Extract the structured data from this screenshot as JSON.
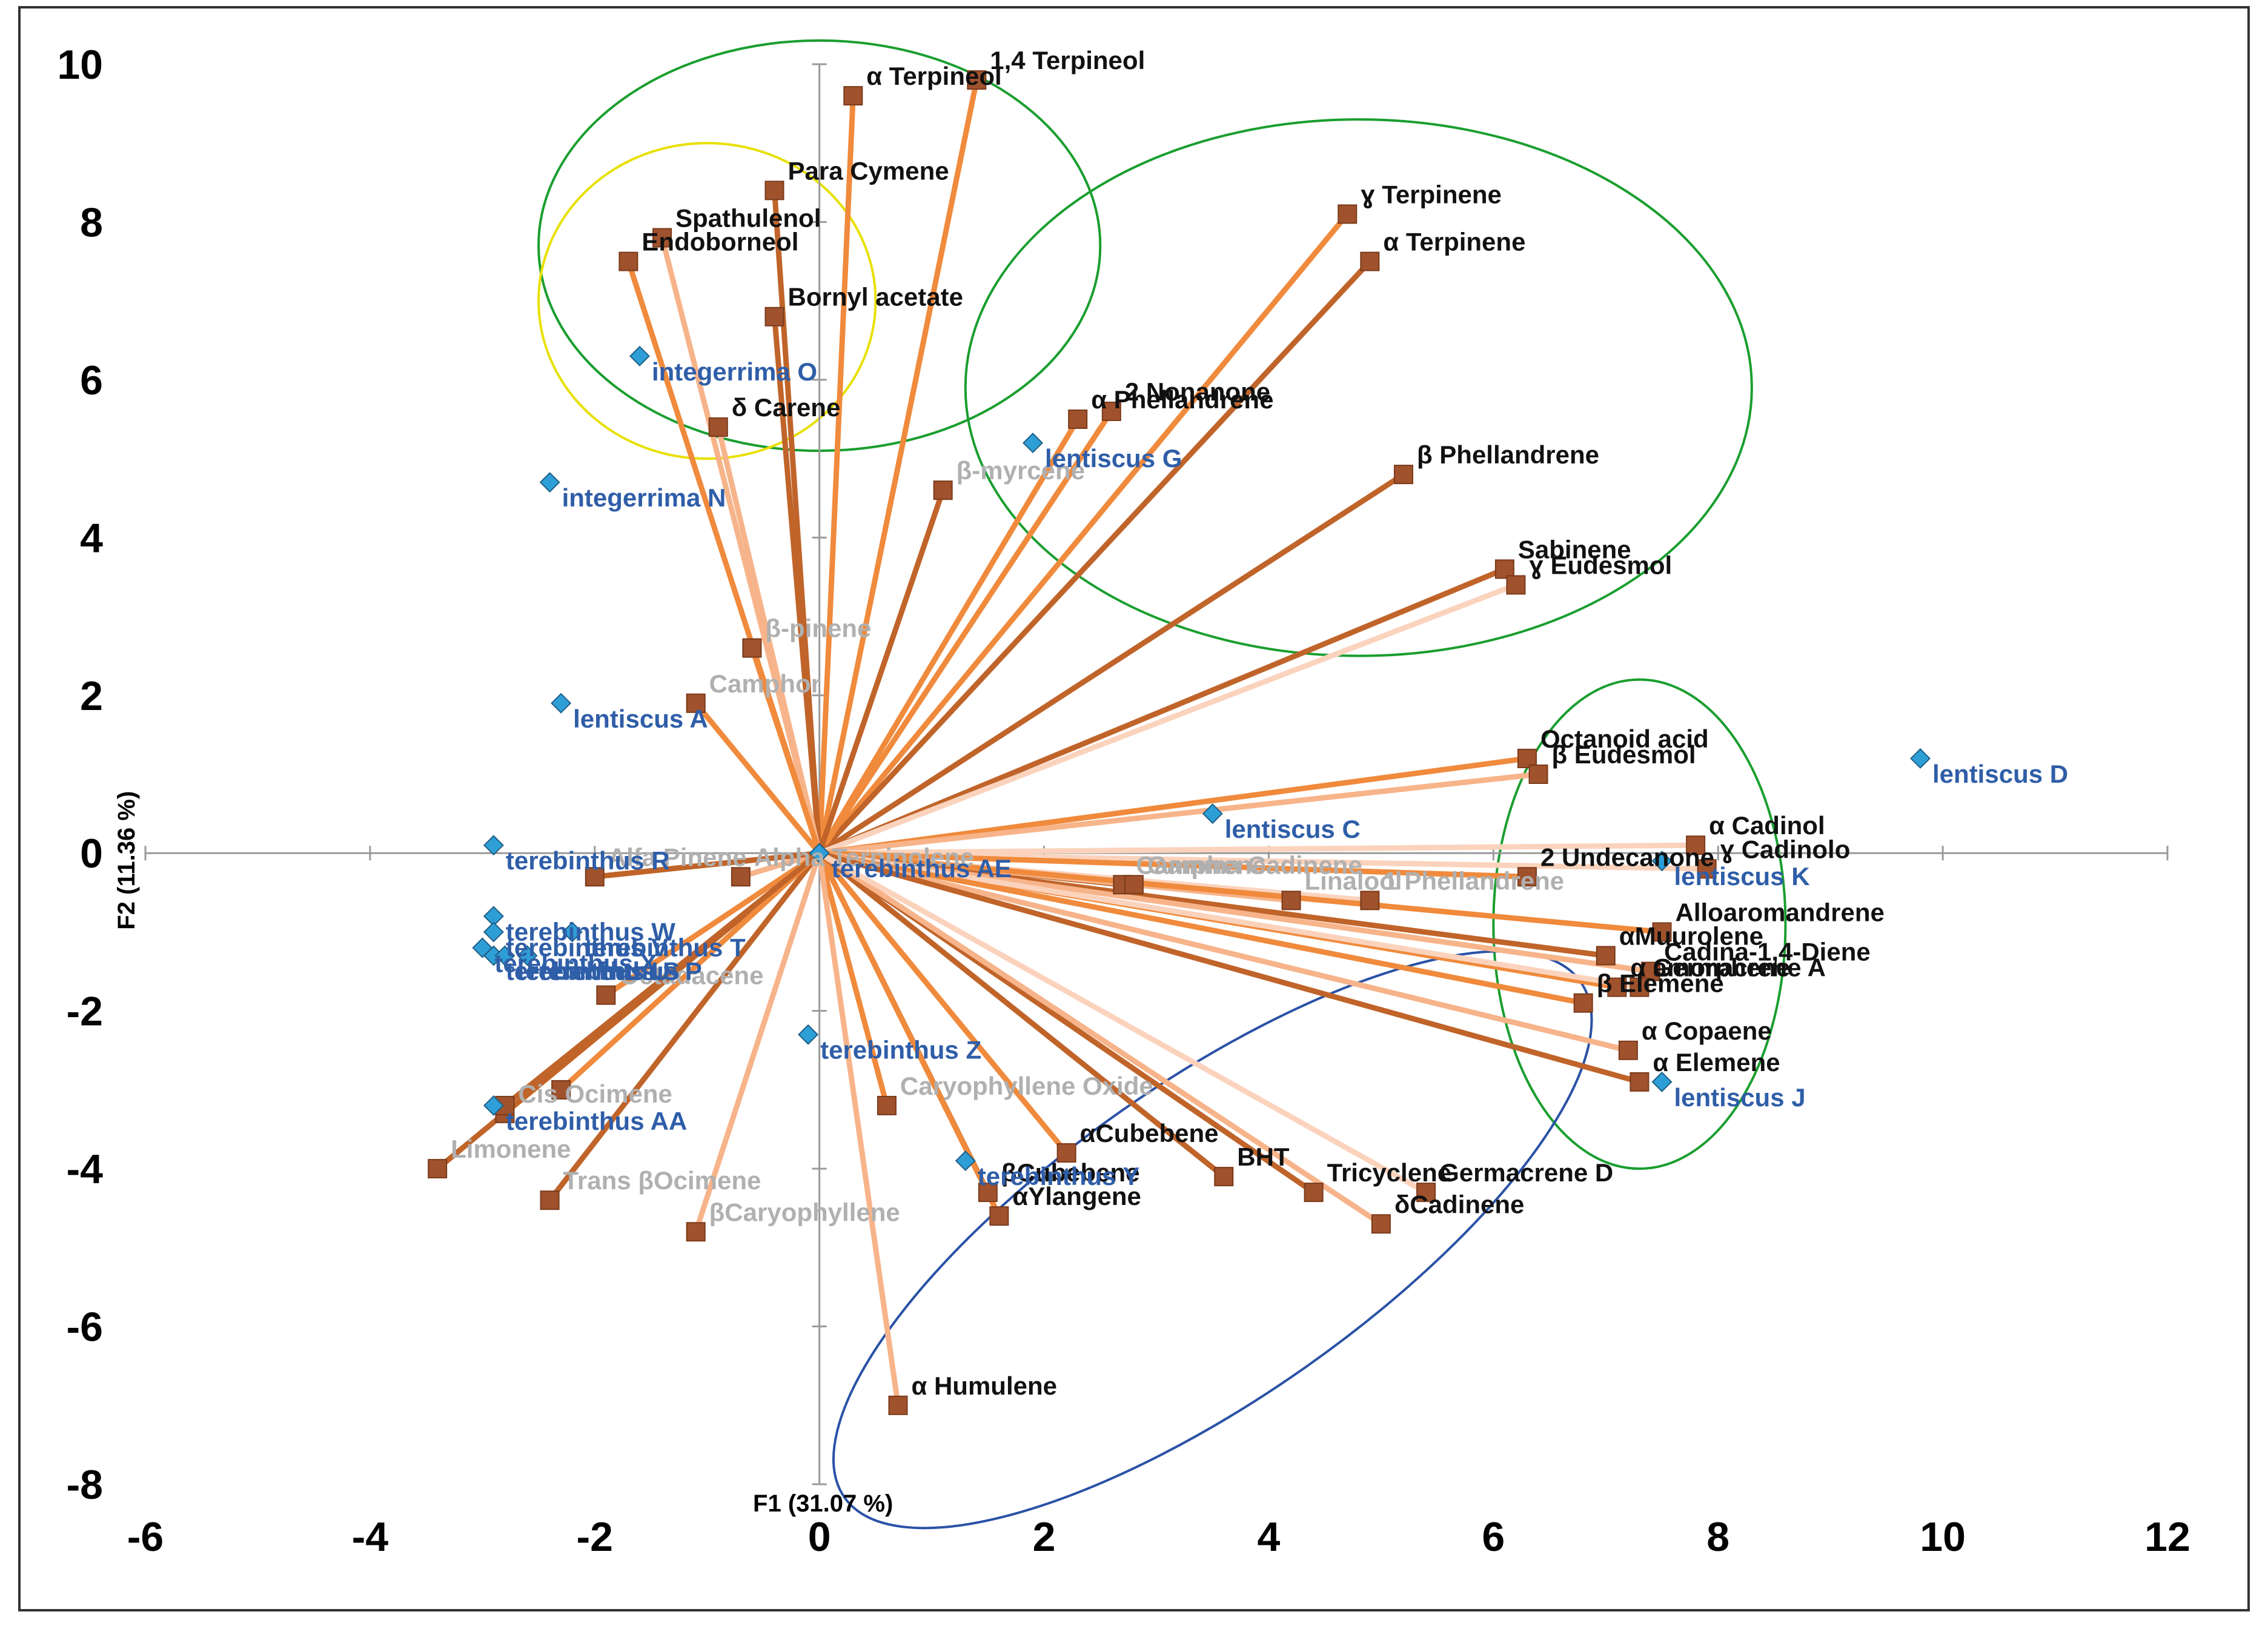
{
  "chart_data": {
    "type": "scatter",
    "subtype": "biplot",
    "xlabel": "F1 (31.07 %)",
    "ylabel": "F2 (11.36 %)",
    "xlim": [
      -6,
      12
    ],
    "ylim": [
      -8,
      10
    ],
    "x_ticks": [
      "-6",
      "-4",
      "-2",
      "0",
      "2",
      "4",
      "6",
      "8",
      "10",
      "12"
    ],
    "y_ticks": [
      "10",
      "8",
      "6",
      "4",
      "2",
      "0",
      "-2",
      "-4",
      "-6",
      "-8"
    ],
    "colors": {
      "variable_marker": "#a0522d",
      "observation_marker": "#2e9fd6",
      "observation_label": "#2f5ea8",
      "variable_label": "#111111",
      "faint_label": "#b0b0b0",
      "vector_palette": [
        "#f08a3c",
        "#c0642a",
        "#f7b48a",
        "#fbd3bd"
      ],
      "ellipse_green": "#1a9e2f",
      "ellipse_yellow": "#e8e000",
      "ellipse_blue": "#2a52a6"
    },
    "variables": [
      {
        "name": "1,4 Terpineol",
        "x": 1.4,
        "y": 9.8,
        "shade": 0
      },
      {
        "name": "α Terpineol",
        "x": 0.3,
        "y": 9.6,
        "shade": 0
      },
      {
        "name": "Para Cymene",
        "x": -0.4,
        "y": 8.4,
        "shade": 1
      },
      {
        "name": "Spathulenol",
        "x": -1.4,
        "y": 7.8,
        "shade": 2
      },
      {
        "name": "Endoborneol",
        "x": -1.7,
        "y": 7.5,
        "shade": 0
      },
      {
        "name": "Bornyl acetate",
        "x": -0.4,
        "y": 6.8,
        "shade": 1
      },
      {
        "name": "δ Carene",
        "x": -0.9,
        "y": 5.4,
        "shade": 2
      },
      {
        "name": "ɣ Terpinene",
        "x": 4.7,
        "y": 8.1,
        "shade": 0
      },
      {
        "name": "α Terpinene",
        "x": 4.9,
        "y": 7.5,
        "shade": 1
      },
      {
        "name": "α Phellandrene",
        "x": 2.3,
        "y": 5.5,
        "shade": 0
      },
      {
        "name": "2 Nonanone",
        "x": 2.6,
        "y": 5.6,
        "shade": 0
      },
      {
        "name": "β Phellandrene",
        "x": 5.2,
        "y": 4.8,
        "shade": 1
      },
      {
        "name": "β-myrcene",
        "x": 1.1,
        "y": 4.6,
        "shade": 1,
        "faint": true
      },
      {
        "name": "Sabinene",
        "x": 6.1,
        "y": 3.6,
        "shade": 1
      },
      {
        "name": "ɣ Eudesmol",
        "x": 6.2,
        "y": 3.4,
        "shade": 3
      },
      {
        "name": "β-pinene",
        "x": -0.6,
        "y": 2.6,
        "shade": 0,
        "faint": true
      },
      {
        "name": "Camphor",
        "x": -1.1,
        "y": 1.9,
        "shade": 0,
        "faint": true
      },
      {
        "name": "Octanoid acid",
        "x": 6.3,
        "y": 1.2,
        "shade": 0
      },
      {
        "name": "β Eudesmol",
        "x": 6.4,
        "y": 1.0,
        "shade": 2
      },
      {
        "name": "α Cadinol",
        "x": 7.8,
        "y": 0.1,
        "shade": 3
      },
      {
        "name": "ɣ Cadinolo",
        "x": 7.9,
        "y": -0.2,
        "shade": 3
      },
      {
        "name": "Camphene",
        "x": 2.7,
        "y": -0.4,
        "shade": 1,
        "faint": true
      },
      {
        "name": "Gamma Cadinene",
        "x": 2.8,
        "y": -0.4,
        "shade": 2,
        "faint": true
      },
      {
        "name": "1 Phellandrene",
        "x": 4.9,
        "y": -0.6,
        "shade": 3,
        "faint": true
      },
      {
        "name": "Linalool",
        "x": 4.2,
        "y": -0.6,
        "shade": 2,
        "faint": true
      },
      {
        "name": "2 Undecanone",
        "x": 6.3,
        "y": -0.3,
        "shade": 0
      },
      {
        "name": "Alloaromandrene",
        "x": 7.5,
        "y": -1.0,
        "shade": 0
      },
      {
        "name": "αMuurolene",
        "x": 7.0,
        "y": -1.3,
        "shade": 1
      },
      {
        "name": "Cadina-1,4-Diene",
        "x": 7.4,
        "y": -1.5,
        "shade": 2
      },
      {
        "name": "α amorphene",
        "x": 7.1,
        "y": -1.7,
        "shade": 0
      },
      {
        "name": "Germacrene A",
        "x": 7.3,
        "y": -1.7,
        "shade": 3
      },
      {
        "name": "β Elemene",
        "x": 6.8,
        "y": -1.9,
        "shade": 0
      },
      {
        "name": "α Copaene",
        "x": 7.2,
        "y": -2.5,
        "shade": 2
      },
      {
        "name": "α Elemene",
        "x": 7.3,
        "y": -2.9,
        "shade": 1
      },
      {
        "name": "Alpha Terpinolene",
        "x": -0.7,
        "y": -0.3,
        "shade": 2,
        "faint": true
      },
      {
        "name": "Octadacene",
        "x": -1.9,
        "y": -1.8,
        "shade": 0,
        "faint": true
      },
      {
        "name": "Alfa Pinene",
        "x": -2.0,
        "y": -0.3,
        "shade": 1,
        "faint": true
      },
      {
        "name": "Cis Ocimene",
        "x": -2.8,
        "y": -3.3,
        "shade": 0,
        "faint": true
      },
      {
        "name": "Limonene",
        "x": -3.4,
        "y": -4.0,
        "shade": 1,
        "faint": true
      },
      {
        "name": "Trans βOcimene",
        "x": -2.4,
        "y": -4.4,
        "shade": 1,
        "faint": true
      },
      {
        "name": "βCaryophyllene",
        "x": -1.1,
        "y": -4.8,
        "shade": 2,
        "faint": true
      },
      {
        "name": "Caryophyllene Oxide",
        "x": 0.6,
        "y": -3.2,
        "shade": 0,
        "faint": true
      },
      {
        "name": "αCubebene",
        "x": 2.2,
        "y": -3.8,
        "shade": 0
      },
      {
        "name": "βCubebene",
        "x": 1.5,
        "y": -4.3,
        "shade": 1
      },
      {
        "name": "αYlangene",
        "x": 1.6,
        "y": -4.6,
        "shade": 0
      },
      {
        "name": "BHT",
        "x": 3.6,
        "y": -4.1,
        "shade": 1
      },
      {
        "name": "Tricyclene",
        "x": 4.4,
        "y": -4.3,
        "shade": 1
      },
      {
        "name": "δCadinene",
        "x": 5.0,
        "y": -4.7,
        "shade": 2
      },
      {
        "name": "Germacrene D",
        "x": 5.4,
        "y": -4.3,
        "shade": 3
      },
      {
        "name": "α Humulene",
        "x": 0.7,
        "y": -7.0,
        "shade": 2
      },
      {
        "name": "(unlabeled)",
        "x": -2.3,
        "y": -3.0,
        "shade": 0,
        "hidden_label": true
      },
      {
        "name": "(unlabeled)",
        "x": -2.8,
        "y": -3.2,
        "shade": 1,
        "hidden_label": true
      }
    ],
    "observations": [
      {
        "name": "integerrima O",
        "x": -1.6,
        "y": 6.3
      },
      {
        "name": "integerrima N",
        "x": -2.4,
        "y": 4.7
      },
      {
        "name": "lentiscus G",
        "x": 1.9,
        "y": 5.2
      },
      {
        "name": "lentiscus A",
        "x": -2.3,
        "y": 1.9
      },
      {
        "name": "lentiscus D",
        "x": 9.8,
        "y": 1.2
      },
      {
        "name": "lentiscus C",
        "x": 3.5,
        "y": 0.5
      },
      {
        "name": "lentiscus K",
        "x": 7.5,
        "y": -0.1
      },
      {
        "name": "lentiscus J",
        "x": 7.5,
        "y": -2.9
      },
      {
        "name": "terebinthus R",
        "x": -2.9,
        "y": 0.1
      },
      {
        "name": "terebinthus AE",
        "x": 0.0,
        "y": 0.0
      },
      {
        "name": "terebinthus W",
        "x": -2.9,
        "y": -0.8
      },
      {
        "name": "terebinthus T",
        "x": -2.2,
        "y": -1.0
      },
      {
        "name": "terebinthus V",
        "x": -2.9,
        "y": -1.0
      },
      {
        "name": "terebinthus U",
        "x": -2.9,
        "y": -1.3
      },
      {
        "name": "terebinthus P",
        "x": -2.6,
        "y": -1.3
      },
      {
        "name": "terebinthus X",
        "x": -3.0,
        "y": -1.2
      },
      {
        "name": "terebinthus S",
        "x": -2.8,
        "y": -1.3
      },
      {
        "name": "terebinthus Z",
        "x": -0.1,
        "y": -2.3
      },
      {
        "name": "terebinthus AA",
        "x": -2.9,
        "y": -3.2
      },
      {
        "name": "terebinthus Y",
        "x": 1.3,
        "y": -3.9
      }
    ],
    "ellipses": [
      {
        "color": "green",
        "cx": 0.0,
        "cy": 7.7,
        "rx": 2.5,
        "ry": 2.6,
        "angle": 0
      },
      {
        "color": "yellow",
        "cx": -1.0,
        "cy": 7.0,
        "rx": 1.5,
        "ry": 2.0,
        "angle": 0
      },
      {
        "color": "green",
        "cx": 4.8,
        "cy": 5.9,
        "rx": 3.5,
        "ry": 3.4,
        "angle": 0
      },
      {
        "color": "green",
        "cx": 7.3,
        "cy": -0.9,
        "rx": 1.3,
        "ry": 3.1,
        "angle": 0
      },
      {
        "color": "blue",
        "cx": 3.5,
        "cy": -4.9,
        "rx": 4.0,
        "ry": 2.0,
        "angle": -35
      }
    ]
  }
}
